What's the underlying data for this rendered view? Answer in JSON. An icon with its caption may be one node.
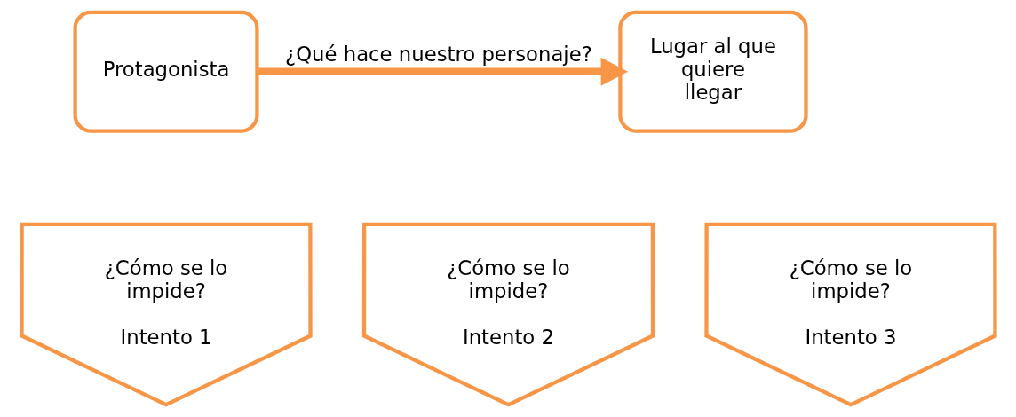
{
  "diagram": {
    "nodes": [
      {
        "text": [
          "Protagonista"
        ]
      },
      {
        "text": [
          "Lugar al que quiere llegar"
        ]
      },
      {
        "text": [
          "¿Cómo se lo impide?",
          "Intento 1"
        ]
      },
      {
        "text": [
          "¿Cómo se lo impide?",
          "Intento 2"
        ]
      },
      {
        "text": [
          "¿Cómo se lo impide?",
          "Intento 3"
        ]
      }
    ],
    "edges": [
      {
        "from": 0,
        "to": 1,
        "arrow": "to",
        "label": "¿Qué hace nuestro personaje?"
      }
    ]
  }
}
